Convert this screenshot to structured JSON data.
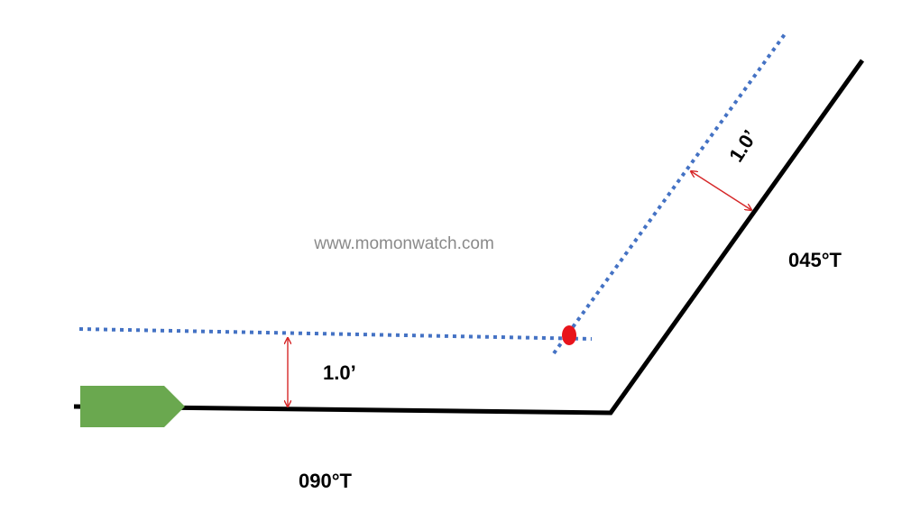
{
  "watermark": "www.momonwatch.com",
  "labels": {
    "offset_first_leg": "1.0’",
    "offset_second_leg": "1.0’",
    "first_leg_course": "090°T",
    "second_leg_course": "045°T"
  },
  "colors": {
    "track_line": "#000000",
    "offset_line": "#4472c4",
    "offset_arrow": "#d62728",
    "vessel": "#6aa84f",
    "turn_point": "#e8141c"
  }
}
